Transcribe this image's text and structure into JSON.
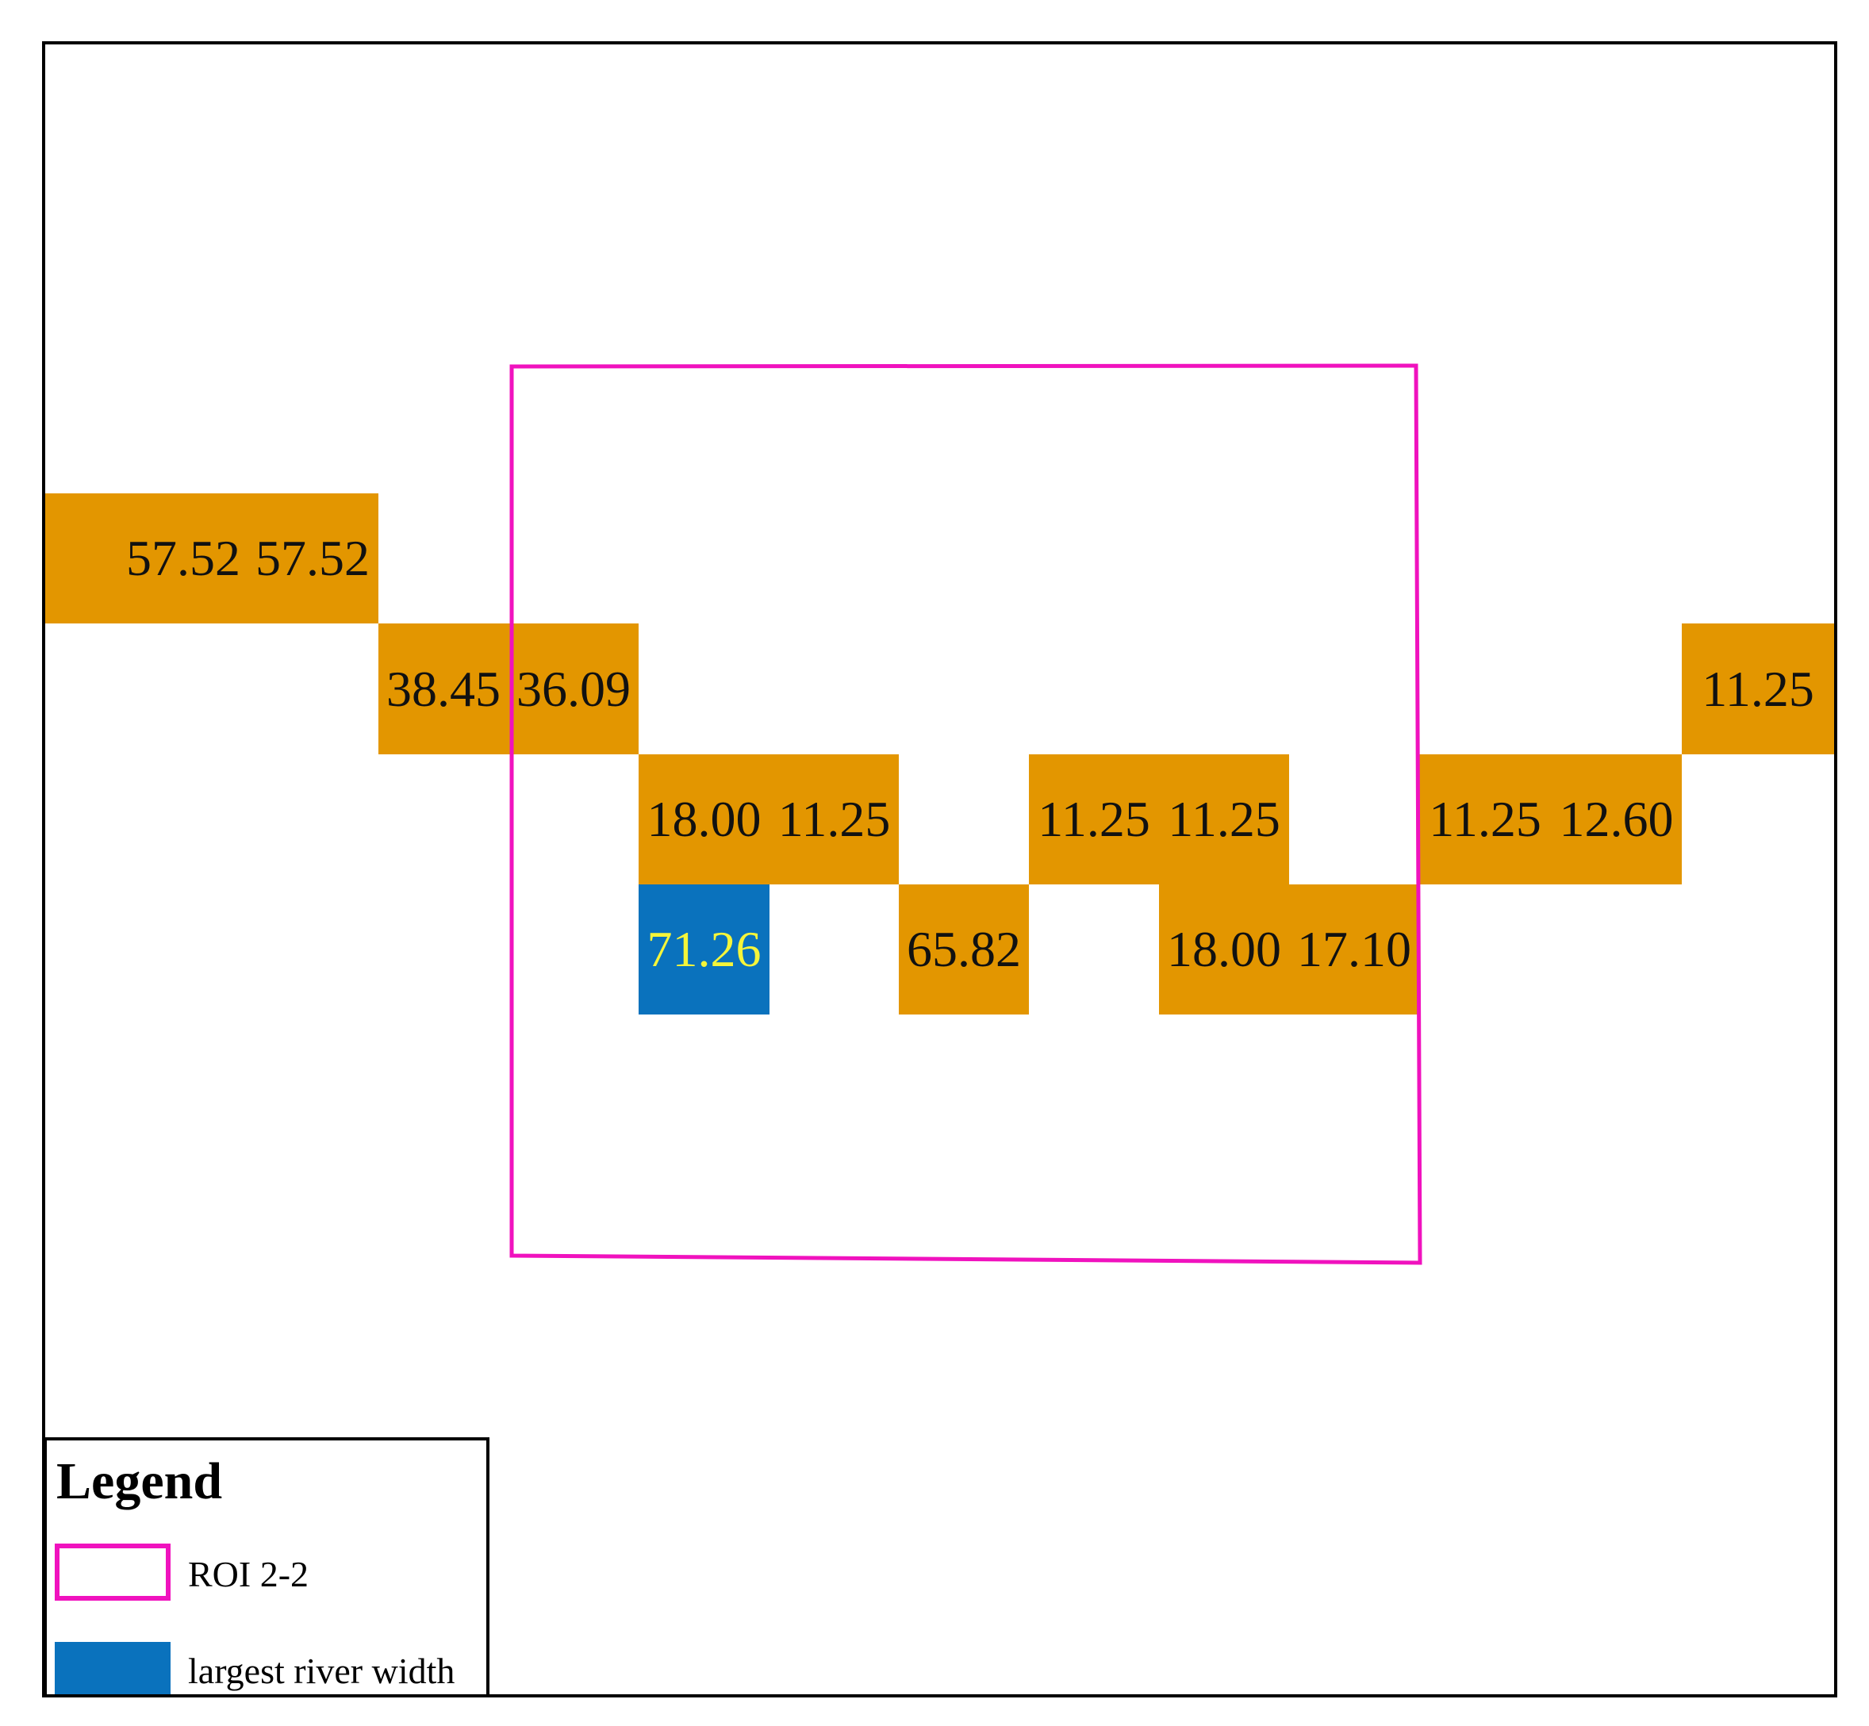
{
  "colors": {
    "cell_fill": "#E39600",
    "cell_text": "#111111",
    "highlight_fill": "#0A72BD",
    "highlight_text": "#F5F53A",
    "roi_outline": "#F012BE"
  },
  "cells": [
    {
      "id": "c1",
      "value": "57.52",
      "highlight": false
    },
    {
      "id": "c2",
      "value": "57.52",
      "highlight": false
    },
    {
      "id": "c3",
      "value": "38.45",
      "highlight": false
    },
    {
      "id": "c4",
      "value": "36.09",
      "highlight": false
    },
    {
      "id": "c5",
      "value": "18.00",
      "highlight": false
    },
    {
      "id": "c6",
      "value": "11.25",
      "highlight": false
    },
    {
      "id": "c7",
      "value": "11.25",
      "highlight": false
    },
    {
      "id": "c8",
      "value": "11.25",
      "highlight": false
    },
    {
      "id": "c9",
      "value": "11.25",
      "highlight": false
    },
    {
      "id": "c10",
      "value": "12.60",
      "highlight": false
    },
    {
      "id": "c11",
      "value": "11.25",
      "highlight": false
    },
    {
      "id": "c12",
      "value": "71.26",
      "highlight": true
    },
    {
      "id": "c13",
      "value": "65.82",
      "highlight": false
    },
    {
      "id": "c14",
      "value": "18.00",
      "highlight": false
    },
    {
      "id": "c15",
      "value": "17.10",
      "highlight": false
    }
  ],
  "legend": {
    "title": "Legend",
    "roi_label": "ROI 2-2",
    "highlight_label": "largest river width"
  }
}
